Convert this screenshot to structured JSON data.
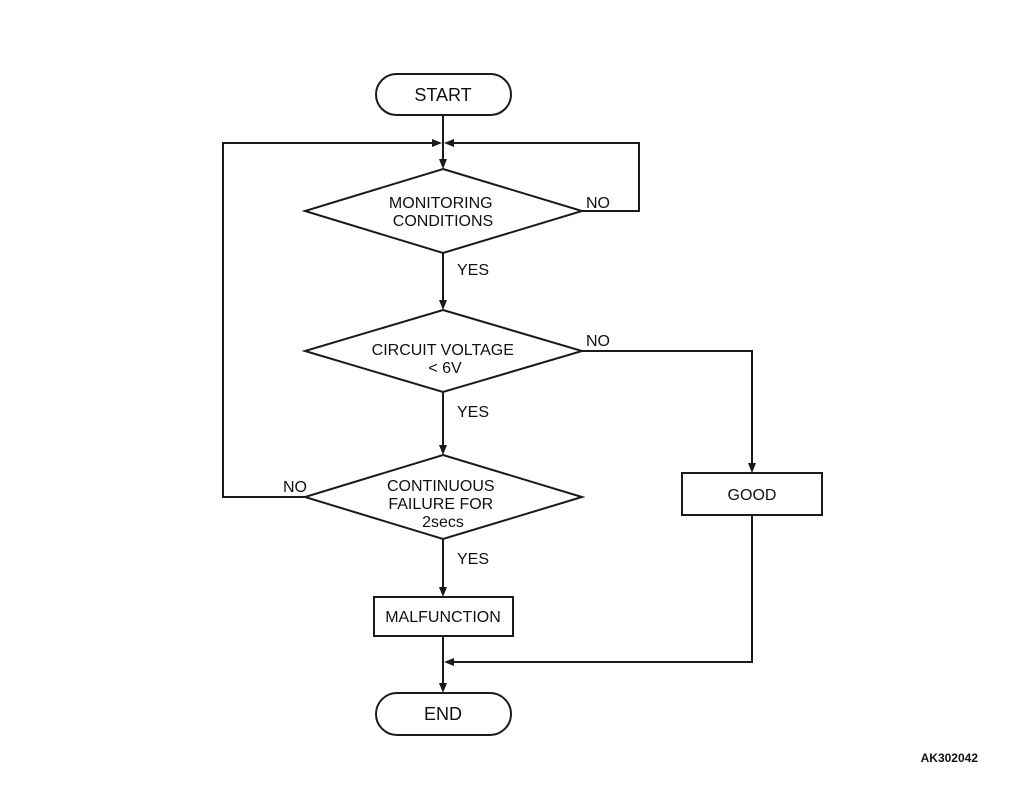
{
  "nodes": {
    "start": "START",
    "monitoring": [
      "MONITORING",
      "CONDITIONS"
    ],
    "voltage": [
      "CIRCUIT VOLTAGE",
      "< 6V"
    ],
    "continuous": [
      "CONTINUOUS",
      "FAILURE FOR",
      "2secs"
    ],
    "malfunction": "MALFUNCTION",
    "good": "GOOD",
    "end": "END"
  },
  "branches": {
    "yes": "YES",
    "no": "NO"
  },
  "figure_code": "AK302042"
}
